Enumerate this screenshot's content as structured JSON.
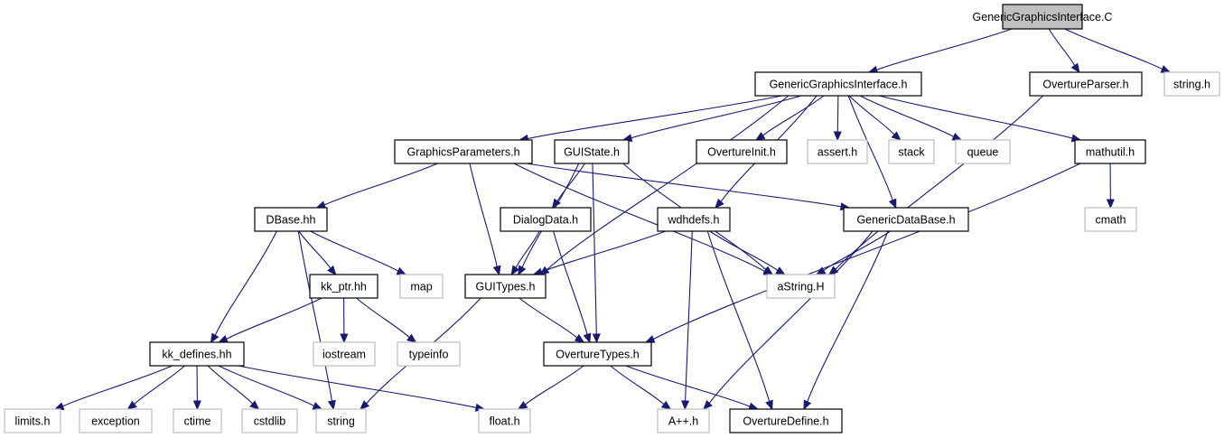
{
  "diagram": {
    "type": "include-dependency-graph",
    "edge_color": "#191970",
    "root_fill": "#bfbfbf",
    "nodes": [
      {
        "id": "root",
        "label": "GenericGraphicsInterface.C",
        "kind": "root"
      },
      {
        "id": "ggi_h",
        "label": "GenericGraphicsInterface.h",
        "kind": "local"
      },
      {
        "id": "overture_parser",
        "label": "OvertureParser.h",
        "kind": "local"
      },
      {
        "id": "string_h",
        "label": "string.h",
        "kind": "system"
      },
      {
        "id": "graphics_params",
        "label": "GraphicsParameters.h",
        "kind": "local"
      },
      {
        "id": "guistate",
        "label": "GUIState.h",
        "kind": "local"
      },
      {
        "id": "overture_init",
        "label": "OvertureInit.h",
        "kind": "local"
      },
      {
        "id": "assert_h",
        "label": "assert.h",
        "kind": "system"
      },
      {
        "id": "stack",
        "label": "stack",
        "kind": "system"
      },
      {
        "id": "queue",
        "label": "queue",
        "kind": "system"
      },
      {
        "id": "mathutil",
        "label": "mathutil.h",
        "kind": "local"
      },
      {
        "id": "dbase",
        "label": "DBase.hh",
        "kind": "local"
      },
      {
        "id": "dialogdata",
        "label": "DialogData.h",
        "kind": "local"
      },
      {
        "id": "wdhdefs",
        "label": "wdhdefs.h",
        "kind": "local"
      },
      {
        "id": "generic_database",
        "label": "GenericDataBase.h",
        "kind": "local"
      },
      {
        "id": "cmath",
        "label": "cmath",
        "kind": "system"
      },
      {
        "id": "kk_ptr",
        "label": "kk_ptr.hh",
        "kind": "local"
      },
      {
        "id": "map",
        "label": "map",
        "kind": "system"
      },
      {
        "id": "guitypes",
        "label": "GUITypes.h",
        "kind": "local"
      },
      {
        "id": "astring",
        "label": "aString.H",
        "kind": "system"
      },
      {
        "id": "kk_defines",
        "label": "kk_defines.hh",
        "kind": "local"
      },
      {
        "id": "iostream",
        "label": "iostream",
        "kind": "system"
      },
      {
        "id": "typeinfo",
        "label": "typeinfo",
        "kind": "system"
      },
      {
        "id": "overture_types",
        "label": "OvertureTypes.h",
        "kind": "local"
      },
      {
        "id": "limits_h",
        "label": "limits.h",
        "kind": "system"
      },
      {
        "id": "exception",
        "label": "exception",
        "kind": "system"
      },
      {
        "id": "ctime",
        "label": "ctime",
        "kind": "system"
      },
      {
        "id": "cstdlib",
        "label": "cstdlib",
        "kind": "system"
      },
      {
        "id": "string",
        "label": "string",
        "kind": "system"
      },
      {
        "id": "float_h",
        "label": "float.h",
        "kind": "system"
      },
      {
        "id": "aplusplus",
        "label": "A++.h",
        "kind": "system"
      },
      {
        "id": "overture_define",
        "label": "OvertureDefine.h",
        "kind": "local"
      }
    ],
    "edges": [
      [
        "root",
        "ggi_h"
      ],
      [
        "root",
        "overture_parser"
      ],
      [
        "root",
        "string_h"
      ],
      [
        "ggi_h",
        "graphics_params"
      ],
      [
        "ggi_h",
        "guistate"
      ],
      [
        "ggi_h",
        "overture_init"
      ],
      [
        "ggi_h",
        "assert_h"
      ],
      [
        "ggi_h",
        "stack"
      ],
      [
        "ggi_h",
        "queue"
      ],
      [
        "ggi_h",
        "mathutil"
      ],
      [
        "ggi_h",
        "guitypes"
      ],
      [
        "ggi_h",
        "wdhdefs"
      ],
      [
        "ggi_h",
        "generic_database"
      ],
      [
        "overture_parser",
        "astring"
      ],
      [
        "graphics_params",
        "dbase"
      ],
      [
        "graphics_params",
        "guitypes"
      ],
      [
        "graphics_params",
        "generic_database"
      ],
      [
        "graphics_params",
        "astring"
      ],
      [
        "guistate",
        "dialogdata"
      ],
      [
        "guistate",
        "guitypes"
      ],
      [
        "guistate",
        "overture_types"
      ],
      [
        "guistate",
        "astring"
      ],
      [
        "mathutil",
        "cmath"
      ],
      [
        "mathutil",
        "overture_types"
      ],
      [
        "dbase",
        "kk_ptr"
      ],
      [
        "dbase",
        "map"
      ],
      [
        "dbase",
        "kk_defines"
      ],
      [
        "dbase",
        "string"
      ],
      [
        "dialogdata",
        "guitypes"
      ],
      [
        "dialogdata",
        "overture_types"
      ],
      [
        "wdhdefs",
        "guitypes"
      ],
      [
        "wdhdefs",
        "astring"
      ],
      [
        "wdhdefs",
        "aplusplus"
      ],
      [
        "wdhdefs",
        "overture_define"
      ],
      [
        "generic_database",
        "astring"
      ],
      [
        "generic_database",
        "aplusplus"
      ],
      [
        "generic_database",
        "overture_define"
      ],
      [
        "kk_ptr",
        "kk_defines"
      ],
      [
        "kk_ptr",
        "iostream"
      ],
      [
        "kk_ptr",
        "typeinfo"
      ],
      [
        "guitypes",
        "overture_types"
      ],
      [
        "guitypes",
        "string"
      ],
      [
        "kk_defines",
        "limits_h"
      ],
      [
        "kk_defines",
        "exception"
      ],
      [
        "kk_defines",
        "ctime"
      ],
      [
        "kk_defines",
        "cstdlib"
      ],
      [
        "kk_defines",
        "string"
      ],
      [
        "kk_defines",
        "float_h"
      ],
      [
        "overture_types",
        "float_h"
      ],
      [
        "overture_types",
        "aplusplus"
      ],
      [
        "overture_types",
        "overture_define"
      ]
    ]
  }
}
